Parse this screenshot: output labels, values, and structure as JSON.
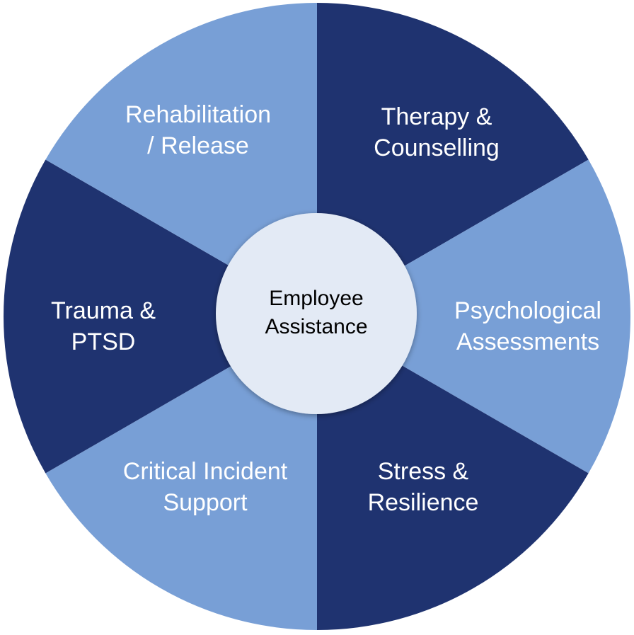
{
  "center": {
    "line1": "Employee",
    "line2": "Assistance"
  },
  "colors": {
    "dark": "#1f3370",
    "light": "#789fd6",
    "center": "#e3eaf5"
  },
  "segments": [
    {
      "line1": "Therapy &",
      "line2": "Counselling",
      "tone": "dark"
    },
    {
      "line1": "Psychological",
      "line2": "Assessments",
      "tone": "light"
    },
    {
      "line1": "Stress &",
      "line2": "Resilience",
      "tone": "dark"
    },
    {
      "line1": "Critical Incident",
      "line2": "Support",
      "tone": "light"
    },
    {
      "line1": "Trauma &",
      "line2": "PTSD",
      "tone": "dark"
    },
    {
      "line1": "Rehabilitation",
      "line2": "/ Release",
      "tone": "light"
    }
  ]
}
